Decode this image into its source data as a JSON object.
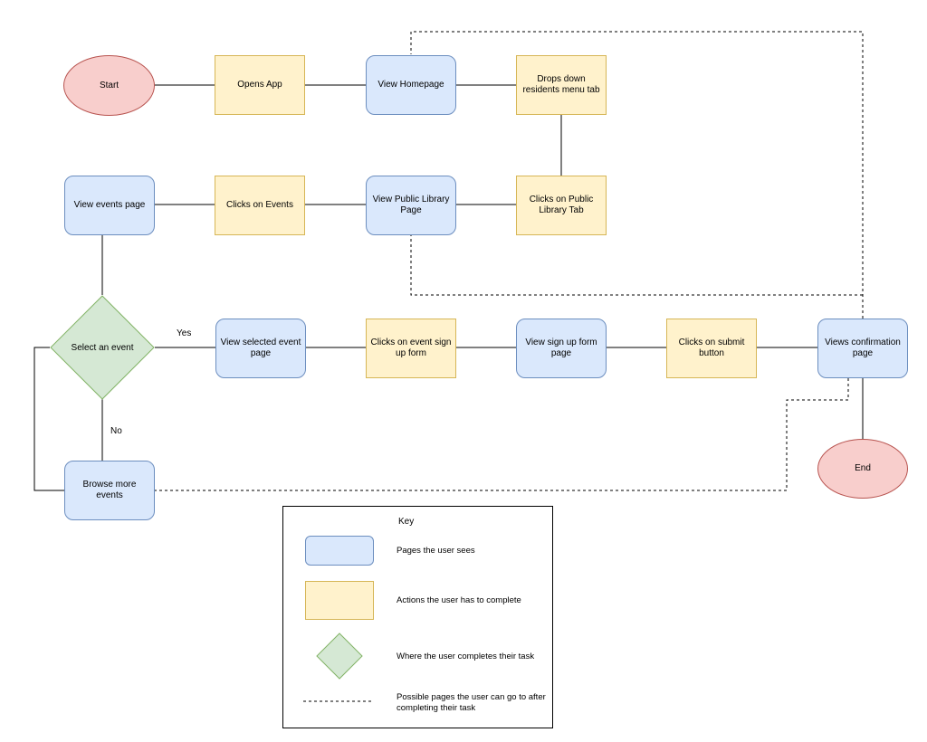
{
  "nodes": {
    "start": "Start",
    "opens_app": "Opens App",
    "view_homepage": "View Homepage",
    "drops_down": "Drops down residents menu tab",
    "view_events_page": "View events page",
    "clicks_events": "Clicks on Events",
    "view_public_library": "View Public Library Page",
    "clicks_public_library": "Clicks on Public Library Tab",
    "select_event": "Select an event",
    "view_selected_event": "View selected event page",
    "clicks_signup_form": "Clicks on event sign up form",
    "view_signup_form": "View sign up form page",
    "clicks_submit": "Clicks on submit button",
    "views_confirmation": "Views confirmation page",
    "browse_more": "Browse more events",
    "end": "End"
  },
  "edge_labels": {
    "yes": "Yes",
    "no": "No"
  },
  "key": {
    "title": "Key",
    "pages": "Pages the user sees",
    "actions": "Actions the user has to complete",
    "task": "Where the user completes their task",
    "possible": "Possible pages the user can go to after completing their task"
  },
  "colors": {
    "page_fill": "#dae8fc",
    "page_stroke": "#6c8ebf",
    "action_fill": "#fff2cc",
    "action_stroke": "#d6b656",
    "terminal_fill": "#f8cecc",
    "terminal_stroke": "#b85450",
    "decision_fill": "#d5e8d4",
    "decision_stroke": "#82b366"
  }
}
